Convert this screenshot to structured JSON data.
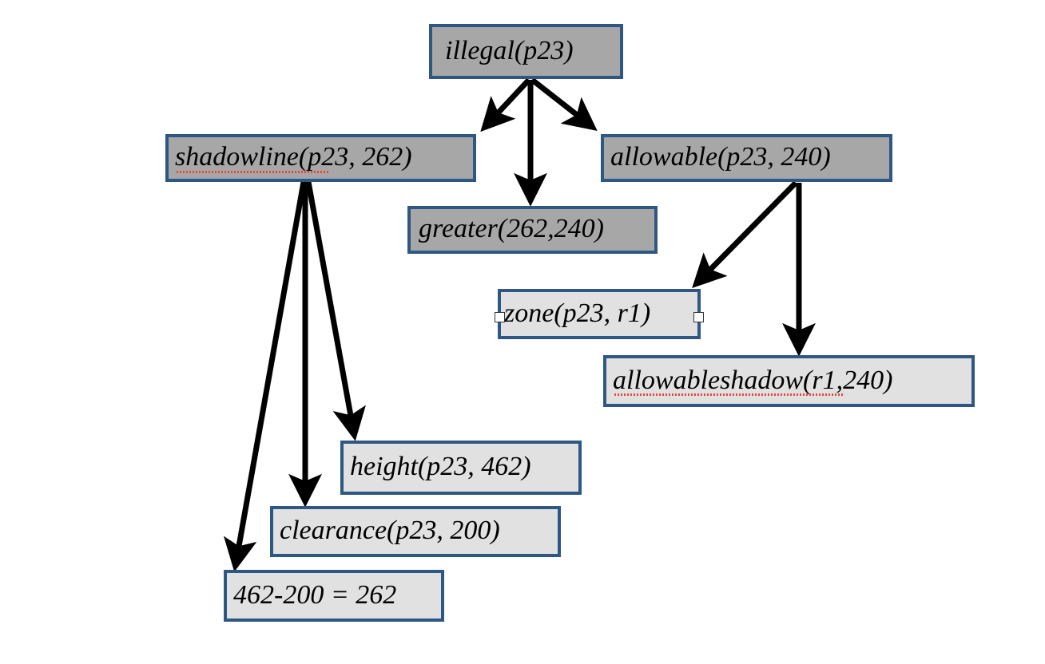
{
  "diagram": {
    "title": "illegal(p23) proof tree",
    "colors": {
      "node_border": "#2e5783",
      "node_fill_dark": "#a7a7a7",
      "node_fill_light": "#e1e1e1",
      "edge": "#000000",
      "spellcheck_underline": "#e8463c",
      "handle_fill": "#ffffff",
      "canvas_background": "#ffffff"
    },
    "nodes": [
      {
        "id": "illegal",
        "label": "illegal(p23)"
      },
      {
        "id": "shadowline",
        "label": "shadowline(p23, 262)"
      },
      {
        "id": "greater",
        "label": "greater(262,240)"
      },
      {
        "id": "allowable",
        "label": "allowable(p23, 240)"
      },
      {
        "id": "zone",
        "label": "zone(p23, r1)"
      },
      {
        "id": "allowableshadow",
        "label": "allowableshadow(r1,240)"
      },
      {
        "id": "height",
        "label": "height(p23, 462)"
      },
      {
        "id": "clearance",
        "label": "clearance(p23, 200)"
      },
      {
        "id": "difference",
        "label": "462-200 = 262"
      }
    ],
    "edges": [
      {
        "from": "illegal",
        "to": "shadowline"
      },
      {
        "from": "illegal",
        "to": "greater"
      },
      {
        "from": "illegal",
        "to": "allowable"
      },
      {
        "from": "shadowline",
        "to": "height"
      },
      {
        "from": "shadowline",
        "to": "clearance"
      },
      {
        "from": "shadowline",
        "to": "difference"
      },
      {
        "from": "allowable",
        "to": "zone"
      },
      {
        "from": "allowable",
        "to": "allowableshadow"
      }
    ],
    "selected_node": "zone",
    "spellcheck_flagged_words": [
      "shadowline",
      "allowableshadow"
    ]
  }
}
